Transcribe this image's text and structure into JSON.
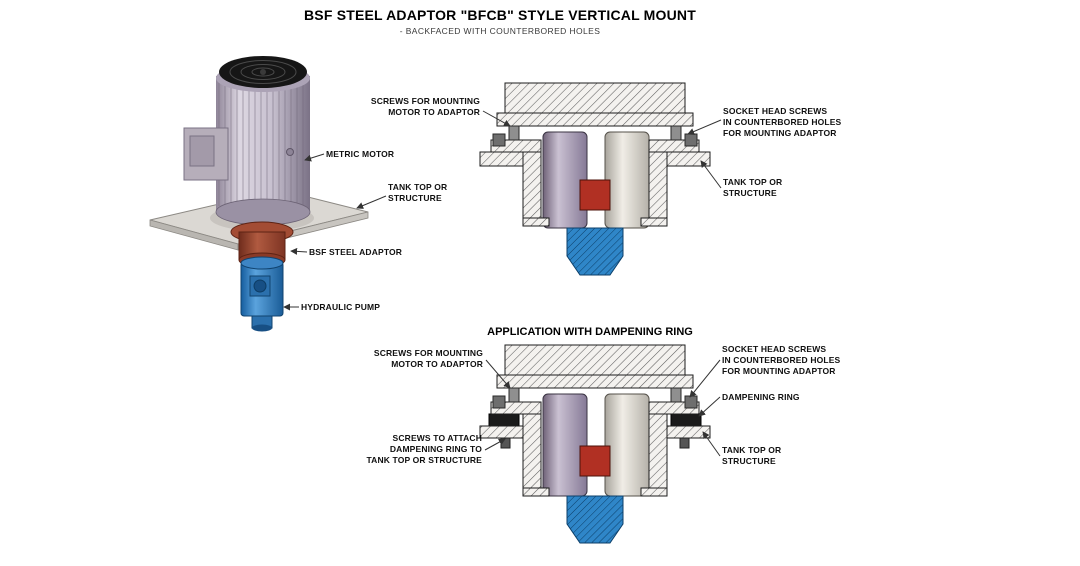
{
  "page": {
    "title": "BSF STEEL ADAPTOR \"BFCB\" STYLE VERTICAL MOUNT",
    "subtitle": "- BACKFACED WITH COUNTERBORED HOLES"
  },
  "isometric_view": {
    "labels": {
      "metric_motor": "METRIC MOTOR",
      "tank_top": "TANK TOP OR\nSTRUCTURE",
      "bsf_adaptor": "BSF STEEL ADAPTOR",
      "hydraulic_pump": "HYDRAULIC PUMP"
    }
  },
  "section_standard": {
    "labels": {
      "mounting_screws": "SCREWS FOR MOUNTING\nMOTOR TO ADAPTOR",
      "socket_screws": "SOCKET HEAD SCREWS\nIN COUNTERBORED HOLES\nFOR MOUNTING ADAPTOR",
      "tank_top": "TANK TOP OR\nSTRUCTURE"
    }
  },
  "section_dampening": {
    "title": "APPLICATION WITH DAMPENING RING",
    "labels": {
      "mounting_screws": "SCREWS FOR MOUNTING\nMOTOR TO ADAPTOR",
      "socket_screws": "SOCKET HEAD SCREWS\nIN COUNTERBORED HOLES\nFOR MOUNTING ADAPTOR",
      "dampening_ring": "DAMPENING RING",
      "attach_screws": "SCREWS TO ATTACH\nDAMPENING RING TO\nTANK TOP OR STRUCTURE",
      "tank_top": "TANK TOP OR\nSTRUCTURE"
    }
  },
  "colors": {
    "pump_blue": "#2f86c8",
    "adaptor_red": "#9c4631",
    "coupling_red": "#b13023",
    "motor_lavender": "#c7c0cf",
    "hatch_line": "#606060",
    "dampening_black": "#1b1b1b"
  }
}
